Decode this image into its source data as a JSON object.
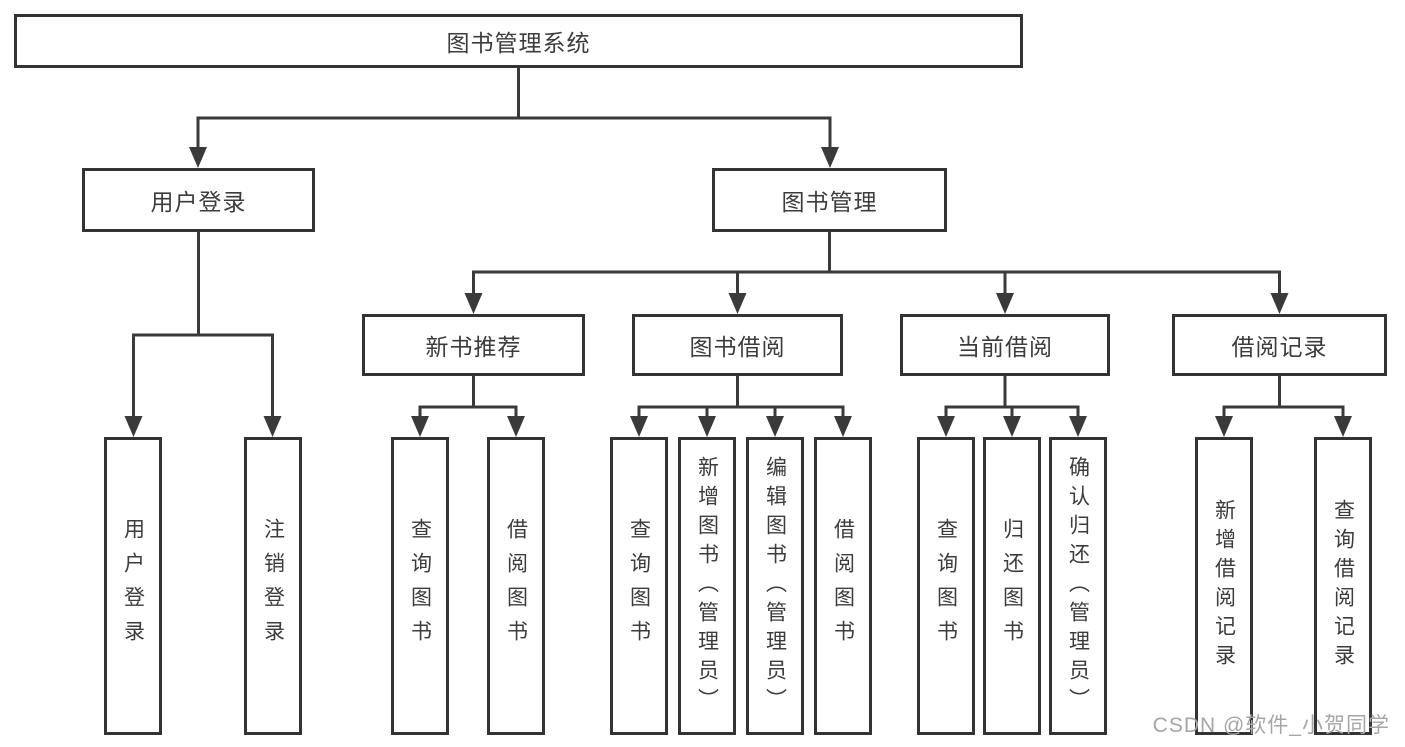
{
  "diagram": {
    "type": "hierarchy",
    "colors": {
      "background": "#ffffff",
      "line": "#3a3a3a",
      "box_border": "#333333",
      "text": "#3c3c3c",
      "watermark_text": "#a6a6a6"
    },
    "nodes": {
      "root": {
        "label": "图书管理系统"
      },
      "level2": [
        {
          "label": "用户登录"
        },
        {
          "label": "图书管理"
        }
      ],
      "level3": [
        {
          "label": "新书推荐"
        },
        {
          "label": "图书借阅"
        },
        {
          "label": "当前借阅"
        },
        {
          "label": "借阅记录"
        }
      ],
      "level4": {
        "user_login": [
          {
            "label": "用户登录"
          },
          {
            "label": "注销登录"
          }
        ],
        "new_book_recommend": [
          {
            "label": "查询图书"
          },
          {
            "label": "借阅图书"
          }
        ],
        "book_borrow": [
          {
            "label": "查询图书"
          },
          {
            "label": "新增图书（管理员）"
          },
          {
            "label": "编辑图书（管理员）"
          },
          {
            "label": "借阅图书"
          }
        ],
        "current_borrow": [
          {
            "label": "查询图书"
          },
          {
            "label": "归还图书"
          },
          {
            "label": "确认归还（管理员）"
          }
        ],
        "borrow_records": [
          {
            "label": "新增借阅记录"
          },
          {
            "label": "查询借阅记录"
          }
        ]
      }
    },
    "watermark": {
      "text": "CSDN @软件_小贺同学"
    }
  }
}
